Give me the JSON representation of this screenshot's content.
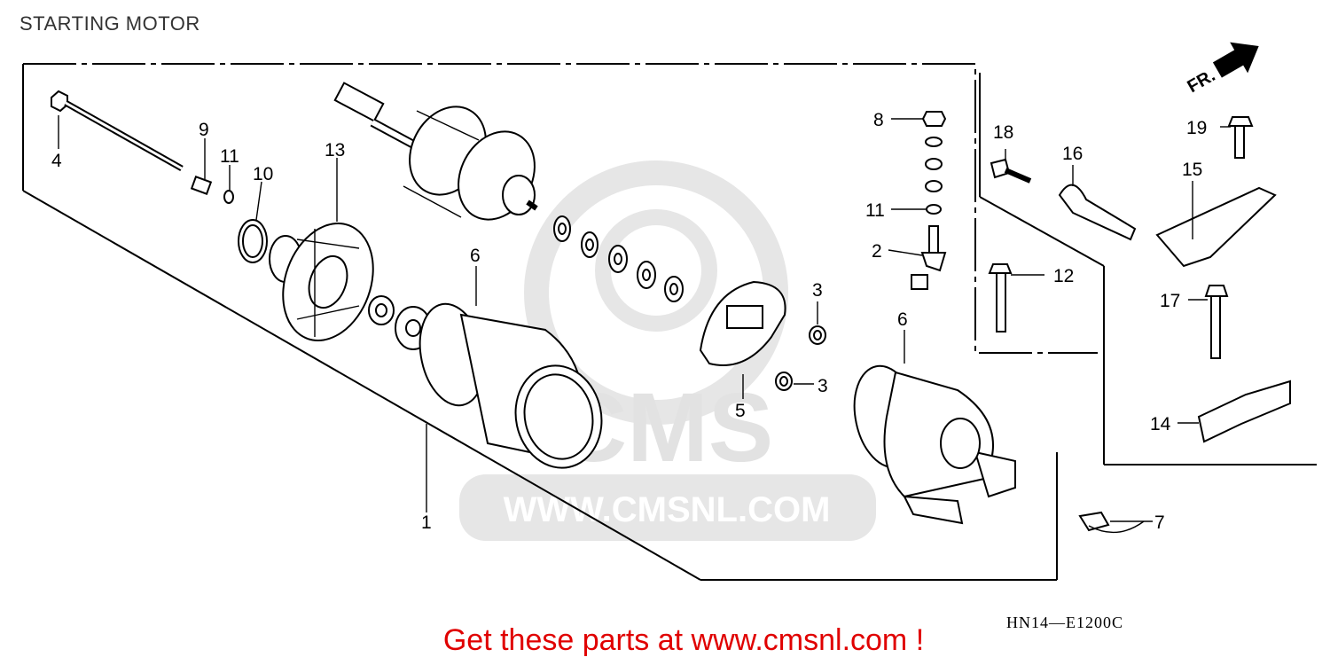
{
  "title": "STARTING MOTOR",
  "direction_label": "FR.",
  "watermark": {
    "logo_text": "CMS",
    "url_text": "WWW.CMSNL.COM"
  },
  "callouts": [
    "1",
    "2",
    "3",
    "3",
    "4",
    "5",
    "6",
    "6",
    "7",
    "8",
    "9",
    "10",
    "11",
    "11",
    "12",
    "13",
    "14",
    "15",
    "16",
    "17",
    "18",
    "19"
  ],
  "diagram_code": "HN14—E1200C",
  "promo_text": "Get these parts at www.cmsnl.com !",
  "colors": {
    "promo": "#e00000",
    "watermark": "#e6e6e6",
    "line": "#000000"
  }
}
